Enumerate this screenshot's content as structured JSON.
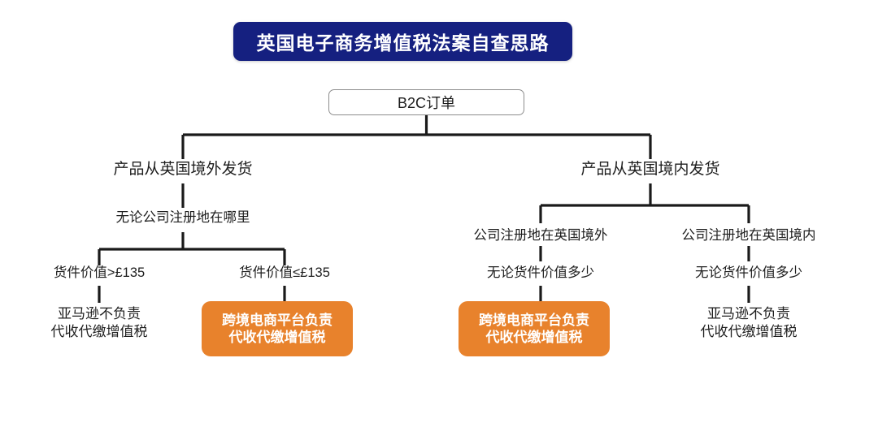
{
  "colors": {
    "title_bg": "#152080",
    "title_text": "#ffffff",
    "highlight_bg": "#e8822c",
    "highlight_text": "#ffffff",
    "line": "#1a1a1a",
    "node_border": "#8d8d8d",
    "text": "#1e1e1e",
    "page_bg": "#ffffff"
  },
  "header": {
    "title": "英国电子商务增值税法案自查思路"
  },
  "flowchart": {
    "root": {
      "label": "B2C订单"
    },
    "branches": [
      {
        "id": "overseas-dispatch",
        "level1": "产品从英国境外发货",
        "level2": "无论公司注册地在哪里",
        "children": [
          {
            "id": "value-over-135",
            "condition": "货件价值>£135",
            "outcome_line1": "亚马逊不负责",
            "outcome_line2": "代收代缴增值税",
            "highlighted": false
          },
          {
            "id": "value-under-135",
            "condition": "货件价值≤£135",
            "outcome_line1": "跨境电商平台负责",
            "outcome_line2": "代收代缴增值税",
            "highlighted": true
          }
        ]
      },
      {
        "id": "domestic-dispatch",
        "level1": "产品从英国境内发货",
        "children": [
          {
            "id": "company-registered-overseas",
            "level2": "公司注册地在英国境外",
            "condition": "无论货件价值多少",
            "outcome_line1": "跨境电商平台负责",
            "outcome_line2": "代收代缴增值税",
            "highlighted": true
          },
          {
            "id": "company-registered-domestic",
            "level2": "公司注册地在英国境内",
            "condition": "无论货件价值多少",
            "outcome_line1": "亚马逊不负责",
            "outcome_line2": "代收代缴增值税",
            "highlighted": false
          }
        ]
      }
    ]
  }
}
